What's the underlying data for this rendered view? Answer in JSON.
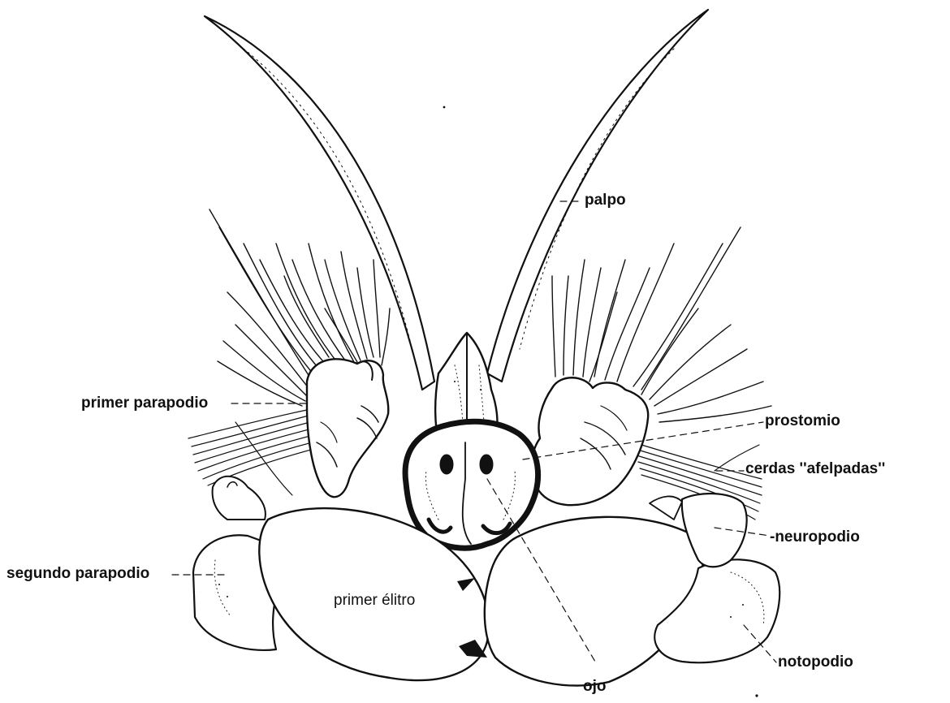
{
  "figure": {
    "labels": {
      "palpo": "palpo",
      "primer_parapodio": "primer parapodio",
      "prostomio": "prostomio",
      "cerdas_afelpadas": "cerdas ''afelpadas''",
      "neuropodio": "-neuropodio",
      "segundo_parapodio": "segundo parapodio",
      "primer_elitro": "primer élitro",
      "notopodio": "notopodio",
      "ojo": "ojo"
    },
    "ink_color": "#111111",
    "background_color": "#ffffff"
  }
}
